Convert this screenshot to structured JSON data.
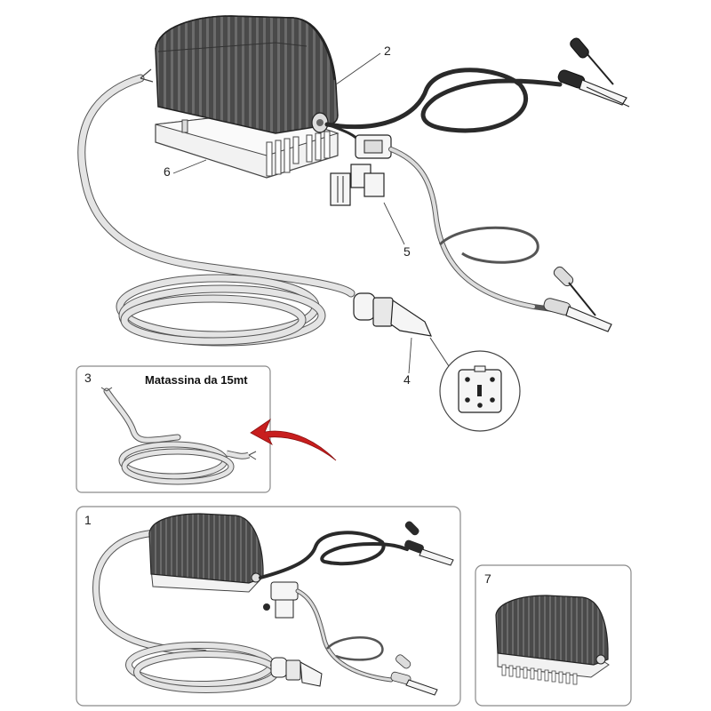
{
  "callouts": {
    "adapter": "2",
    "base_plate": "6",
    "fuse_holder": "5",
    "connector": "4",
    "coil_panel": "3",
    "full_kit_panel": "1",
    "unit_only_panel": "7"
  },
  "coil_panel": {
    "title": "Matassina da 15mt"
  },
  "colors": {
    "body_dark": "#4a4a4a",
    "body_rib": "#6b6b6b",
    "cable_light": "#e4e4e4",
    "cable_outline": "#555555",
    "cable_dark": "#2a2a2a",
    "arrow_red": "#c81e1e",
    "frame_border": "#8a8a8a"
  },
  "icons": [
    "charger-unit",
    "crocodile-clamp",
    "fuse-holder",
    "connector-plug",
    "pin-socket-detail",
    "red-arrow"
  ]
}
